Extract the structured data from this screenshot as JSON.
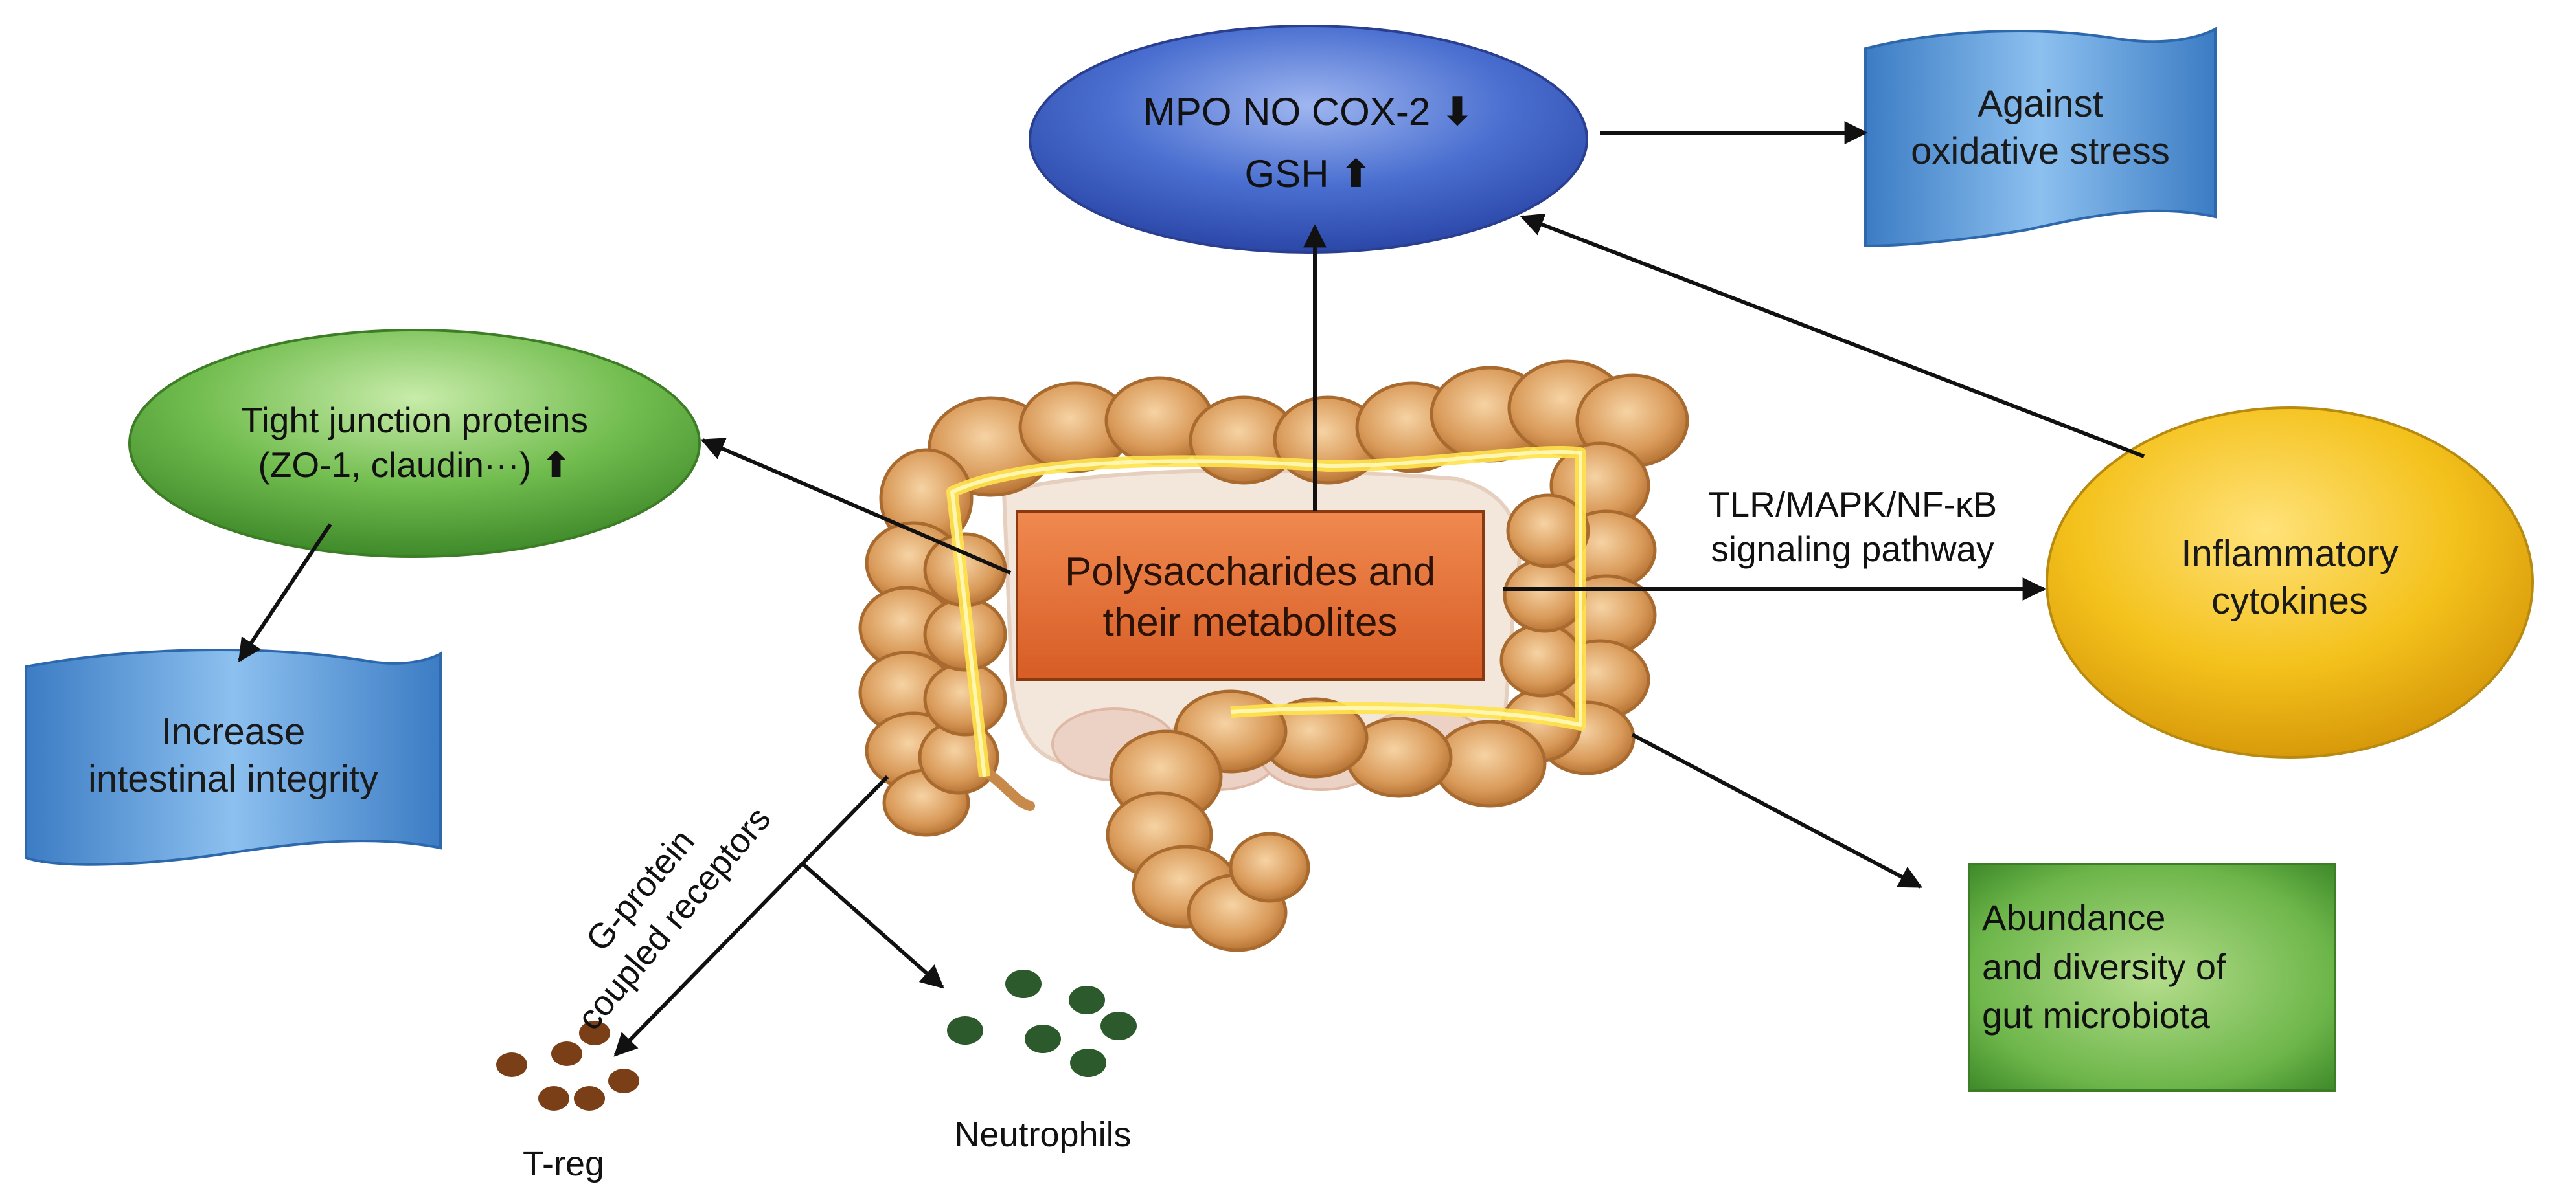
{
  "diagram": {
    "center_box": {
      "line1": "Polysaccharides and",
      "line2": "their metabolites"
    },
    "top_ellipse": {
      "line1_text": "MPO NO COX-2",
      "line1_arrow": "⬇",
      "line2_text": "GSH",
      "line2_arrow": "⬆"
    },
    "oxidative_banner": {
      "line1": "Against",
      "line2": "oxidative stress"
    },
    "tight_junction_ellipse": {
      "line1": "Tight junction proteins",
      "line2_text": "(ZO-1, claudin···)",
      "line2_arrow": "⬆"
    },
    "integrity_banner": {
      "line1": "Increase",
      "line2": "intestinal integrity"
    },
    "pathway_label": {
      "line1": "TLR/MAPK/NF-κB",
      "line2": "signaling pathway"
    },
    "cytokines_circle": {
      "line1": "Inflammatory",
      "line2": "cytokines"
    },
    "microbiota_box": {
      "line1": "Abundance",
      "line2": "and diversity of",
      "line3": "gut microbiota"
    },
    "gpcr_label": {
      "line1": "G-protein",
      "line2": "coupled receptors"
    },
    "treg_label": "T-reg",
    "neutrophils_label": "Neutrophils"
  },
  "colors": {
    "blue_ellipse": "#3d63c7",
    "banner_blue": "#4f8fd0",
    "green": "#5fae3f",
    "yellow": "#f2c21a",
    "orange_box": "#e2703a",
    "colon": "#d9a063",
    "treg_dot": "#7a3f17",
    "neutrophil_dot": "#2d5a2d"
  }
}
